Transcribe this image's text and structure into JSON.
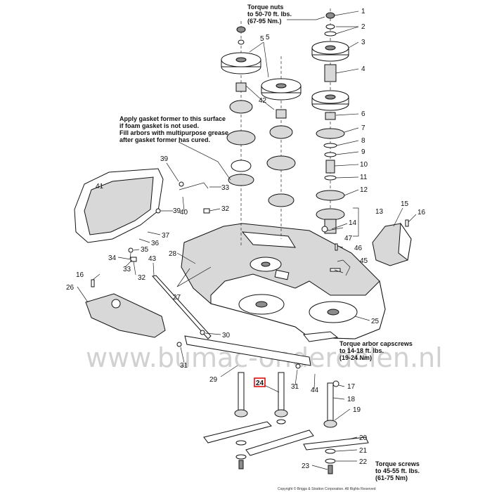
{
  "notes": {
    "torque_nuts": [
      "Torque nuts",
      "to 50-70 ft. lbs.",
      "(67-95 Nm.)"
    ],
    "gasket": [
      "Apply gasket former to this surface",
      "if foam gasket is not used.",
      "Fill arbors with multipurpose grease",
      "after gasket former has cured."
    ],
    "arbor_capscrews": [
      "Torque arbor capscrews",
      "to 14-18 ft. lbs.",
      "(19-24 Nm)"
    ],
    "torque_screws": [
      "Torque screws",
      "to 45-55 ft. lbs.",
      "(61-75 Nm)"
    ]
  },
  "watermark": "www.bumac-onderdelen.nl",
  "copyright": "Copyright © Briggs & Stratton Corporation. All Rights Reserved",
  "highlight_label": "24",
  "callouts": {
    "c1": "1",
    "c2": "2",
    "c3": "3",
    "c4": "4",
    "c5a": "5",
    "c5b": "5",
    "c6": "6",
    "c7": "7",
    "c8": "8",
    "c9": "9",
    "c10": "10",
    "c11": "11",
    "c12": "12",
    "c13": "13",
    "c14": "14",
    "c15": "15",
    "c16a": "16",
    "c16b": "16",
    "c17": "17",
    "c18": "18",
    "c19": "19",
    "c20": "20",
    "c21": "21",
    "c22": "22",
    "c23": "23",
    "c25": "25",
    "c26": "26",
    "c27": "27",
    "c28": "28",
    "c29": "29",
    "c30": "30",
    "c31a": "31",
    "c31b": "31",
    "c32a": "32",
    "c32b": "32",
    "c33a": "33",
    "c33b": "33",
    "c34": "34",
    "c35": "35",
    "c36": "36",
    "c37": "37",
    "c39a": "39",
    "c39b": "39",
    "c40": "40",
    "c41": "41",
    "c42": "42",
    "c43": "43",
    "c44": "44",
    "c45": "45",
    "c46": "46",
    "c47": "47"
  }
}
